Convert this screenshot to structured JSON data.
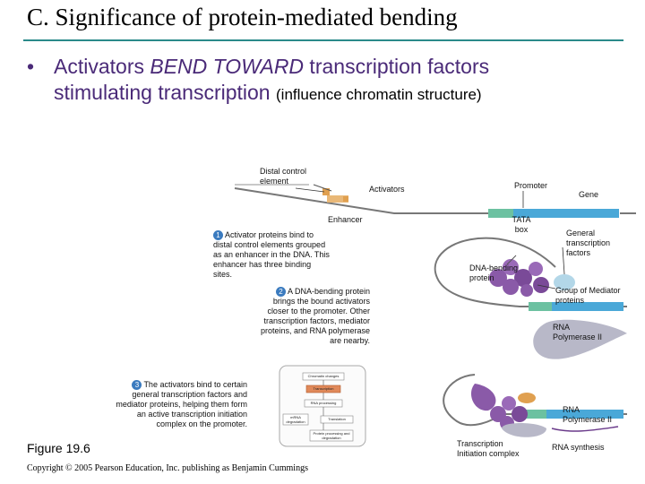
{
  "slide": {
    "title": "C. Significance of protein-mediated bending",
    "bullet": {
      "dot": "•",
      "line1_a": "Activators ",
      "line1_b": "BEND TOWARD",
      "line1_c": " transcription factors",
      "line2_a": "stimulating transcription ",
      "line2_b": "(influence chromatin structure)"
    }
  },
  "figure": {
    "labels": {
      "distal": "Distal control element",
      "activators": "Activators",
      "promoter": "Promoter",
      "gene": "Gene",
      "enhancer": "Enhancer",
      "tata": "TATA box",
      "gtf": "General transcription factors",
      "dna_bending": "DNA-bending protein",
      "mediator": "Group of Mediator proteins",
      "rnapol": "RNA Polymerase II",
      "rnapol2": "RNA Polymerase II",
      "tic": "Transcription Initiation complex",
      "rna_synthesis": "RNA synthesis"
    },
    "steps": [
      {
        "num": "1",
        "text": "Activator proteins bind to distal control elements grouped as an enhancer in the DNA. This enhancer has three binding sites."
      },
      {
        "num": "2",
        "text": "A DNA-bending protein brings the bound activators closer to the promoter. Other transcription factors, mediator proteins, and RNA polymerase are nearby."
      },
      {
        "num": "3",
        "text": "The activators bind to certain general transcription factors and mediator proteins, helping them form an active transcription initiation complex on the promoter."
      }
    ],
    "flow": {
      "chromatin": "Chromatin changes",
      "transcription": "Transcription",
      "rna_processing": "RNA processing",
      "mrna_degradation": "mRNA degradation",
      "translation": "Translation",
      "protein_processing": "Protein processing and degradation"
    },
    "caption": "Figure 19.6",
    "copyright": "Copyright © 2005 Pearson Education, Inc. publishing as Benjamin Cummings"
  },
  "colors": {
    "title_rule": "#2a8a8a",
    "bullet_text": "#4a2a78",
    "step_badge": "#3b7bbf",
    "transcription_box": "#e0895a",
    "mediator": "#8a5aa8",
    "polymerase": "#a8a8b8"
  }
}
